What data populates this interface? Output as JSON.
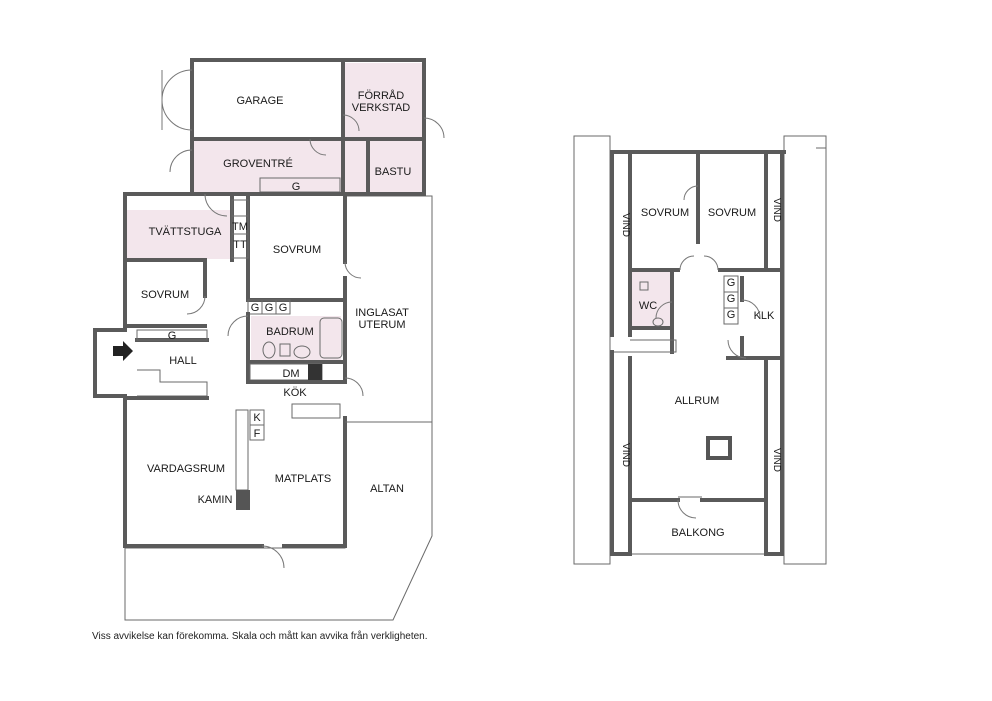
{
  "ground_floor": {
    "rooms": {
      "garage": "GARAGE",
      "forrad": "FÖRRÅD",
      "verkstad": "VERKSTAD",
      "groventre": "GROVENTRÉ",
      "bastu": "BASTU",
      "tvattstuga": "TVÄTTSTUGA",
      "sovrum_upper": "SOVRUM",
      "sovrum_left": "SOVRUM",
      "badrum": "BADRUM",
      "inglasat": "INGLASAT",
      "uterum": "UTERUM",
      "hall": "HALL",
      "kok": "KÖK",
      "vardagsrum": "VARDAGSRUM",
      "matplats": "MATPLATS",
      "kamin": "KAMIN",
      "altan": "ALTAN"
    },
    "fixtures": {
      "g_groventre": "G",
      "tm": "TM",
      "tt": "TT",
      "g1": "G",
      "g2": "G",
      "g3": "G",
      "g_hall": "G",
      "dm": "DM",
      "k": "K",
      "f": "F"
    }
  },
  "upper_floor": {
    "rooms": {
      "sovrum_1": "SOVRUM",
      "sovrum_2": "SOVRUM",
      "wc": "WC",
      "klk": "KLK",
      "allrum": "ALLRUM",
      "balkong": "BALKONG",
      "vind_1": "VIND",
      "vind_2": "VIND",
      "vind_3": "VIND",
      "vind_4": "VIND"
    },
    "fixtures": {
      "g1": "G",
      "g2": "G",
      "g3": "G"
    }
  },
  "disclaimer": "Viss avvikelse kan förekomma. Skala och mått kan avvika från verkligheten.",
  "colors": {
    "wet_room": "#f3e6ec",
    "wall": "#5a5a5a"
  }
}
